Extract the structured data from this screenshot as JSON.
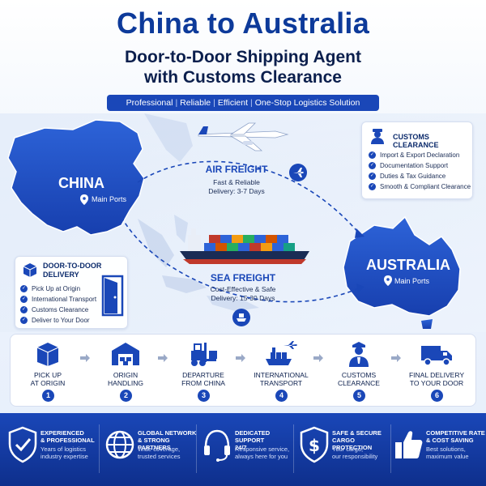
{
  "header": {
    "title": "China to Australia",
    "subtitle_line1": "Door-to-Door Shipping Agent",
    "subtitle_line2": "with Customs Clearance",
    "tagline": [
      "Professional",
      "Reliable",
      "Efficient",
      "One-Stop Logistics Solution"
    ]
  },
  "map": {
    "origin": {
      "name": "CHINA",
      "sub": "Main Ports"
    },
    "destination": {
      "name": "AUSTRALIA",
      "sub": "Main Ports"
    },
    "colors": {
      "land": "#1f4fc4",
      "route": "#1a47b8",
      "accent": "#1a47b8"
    }
  },
  "air_freight": {
    "title": "AIR FREIGHT",
    "desc_line1": "Fast & Reliable",
    "desc_line2": "Delivery: 3-7 Days"
  },
  "sea_freight": {
    "title": "SEA FREIGHT",
    "desc_line1": "Cost-Effective & Safe",
    "desc_line2": "Delivery: 15-30 Days"
  },
  "customs_card": {
    "title": "CUSTOMS CLEARANCE",
    "items": [
      "Import & Export Declaration",
      "Documentation Support",
      "Duties & Tax Guidance",
      "Smooth & Compliant Clearance"
    ]
  },
  "door_card": {
    "title_line1": "DOOR-TO-DOOR",
    "title_line2": "DELIVERY",
    "items": [
      "Pick Up at Origin",
      "International Transport",
      "Customs Clearance",
      "Deliver to Your Door"
    ]
  },
  "steps": [
    {
      "line1": "PICK UP",
      "line2": "AT ORIGIN",
      "num": "1",
      "icon": "box-icon"
    },
    {
      "line1": "ORIGIN",
      "line2": "HANDLING",
      "num": "2",
      "icon": "warehouse-icon"
    },
    {
      "line1": "DEPARTURE",
      "line2": "FROM CHINA",
      "num": "3",
      "icon": "forklift-icon"
    },
    {
      "line1": "INTERNATIONAL",
      "line2": "TRANSPORT",
      "num": "4",
      "icon": "ship-plane-icon"
    },
    {
      "line1": "CUSTOMS",
      "line2": "CLEARANCE",
      "num": "5",
      "icon": "officer-icon"
    },
    {
      "line1": "FINAL DELIVERY",
      "line2": "TO YOUR DOOR",
      "num": "6",
      "icon": "truck-icon"
    }
  ],
  "features": [
    {
      "title_line1": "EXPERIENCED",
      "title_line2": "& PROFESSIONAL",
      "desc_line1": "Years of logistics",
      "desc_line2": "industry expertise",
      "icon": "shield-check-icon"
    },
    {
      "title_line1": "GLOBAL NETWORK",
      "title_line2": "& STRONG PARTNERS",
      "desc_line1": "Wide coverage,",
      "desc_line2": "trusted services",
      "icon": "globe-icon"
    },
    {
      "title_line1": "DEDICATED SUPPORT",
      "title_line2": "24/7",
      "desc_line1": "Responsive service,",
      "desc_line2": "always here for you",
      "icon": "headset-icon"
    },
    {
      "title_line1": "SAFE & SECURE",
      "title_line2": "CARGO PROTECTION",
      "desc_line1": "Your cargo,",
      "desc_line2": "our responsibility",
      "icon": "shield-dollar-icon"
    },
    {
      "title_line1": "COMPETITIVE RATE",
      "title_line2": "& COST SAVING",
      "desc_line1": "Best solutions,",
      "desc_line2": "maximum value",
      "icon": "thumbs-up-icon"
    }
  ]
}
